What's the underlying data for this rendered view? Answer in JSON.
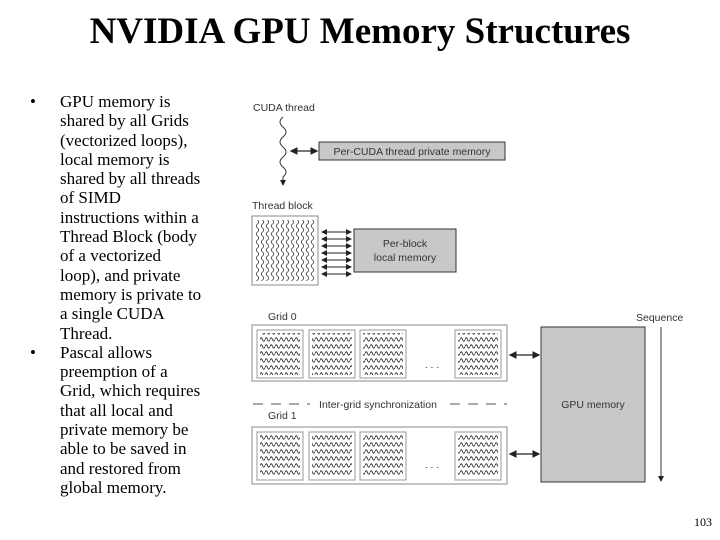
{
  "title": "NVIDIA GPU Memory Structures",
  "bullets": [
    {
      "lines": [
        "GPU memory is",
        "shared by all Grids",
        "(vectorized loops),",
        "local memory is",
        "shared by all threads",
        "of SIMD",
        "instructions within a",
        "Thread Block (body",
        "of a vectorized",
        "loop), and private",
        "memory is private to",
        "a single CUDA",
        "Thread."
      ]
    },
    {
      "lines": [
        "Pascal allows",
        "preemption of a",
        "Grid, which requires",
        "that all local and",
        "private memory be",
        "able to be saved in",
        "and restored from",
        "global memory."
      ]
    }
  ],
  "bullet_char": "•",
  "diagram": {
    "cuda_thread": "CUDA thread",
    "private_memory": "Per-CUDA thread private memory",
    "thread_block": "Thread block",
    "block_memory_1": "Per-block",
    "block_memory_2": "local memory",
    "grid0": "Grid 0",
    "grid1": "Grid 1",
    "sync": "Inter-grid synchronization",
    "gpu_memory": "GPU memory",
    "sequence": "Sequence",
    "ellipsis": ". . ."
  },
  "colors": {
    "box_fill": "#c8c8c8",
    "stroke": "#333333"
  },
  "page_number": "103"
}
